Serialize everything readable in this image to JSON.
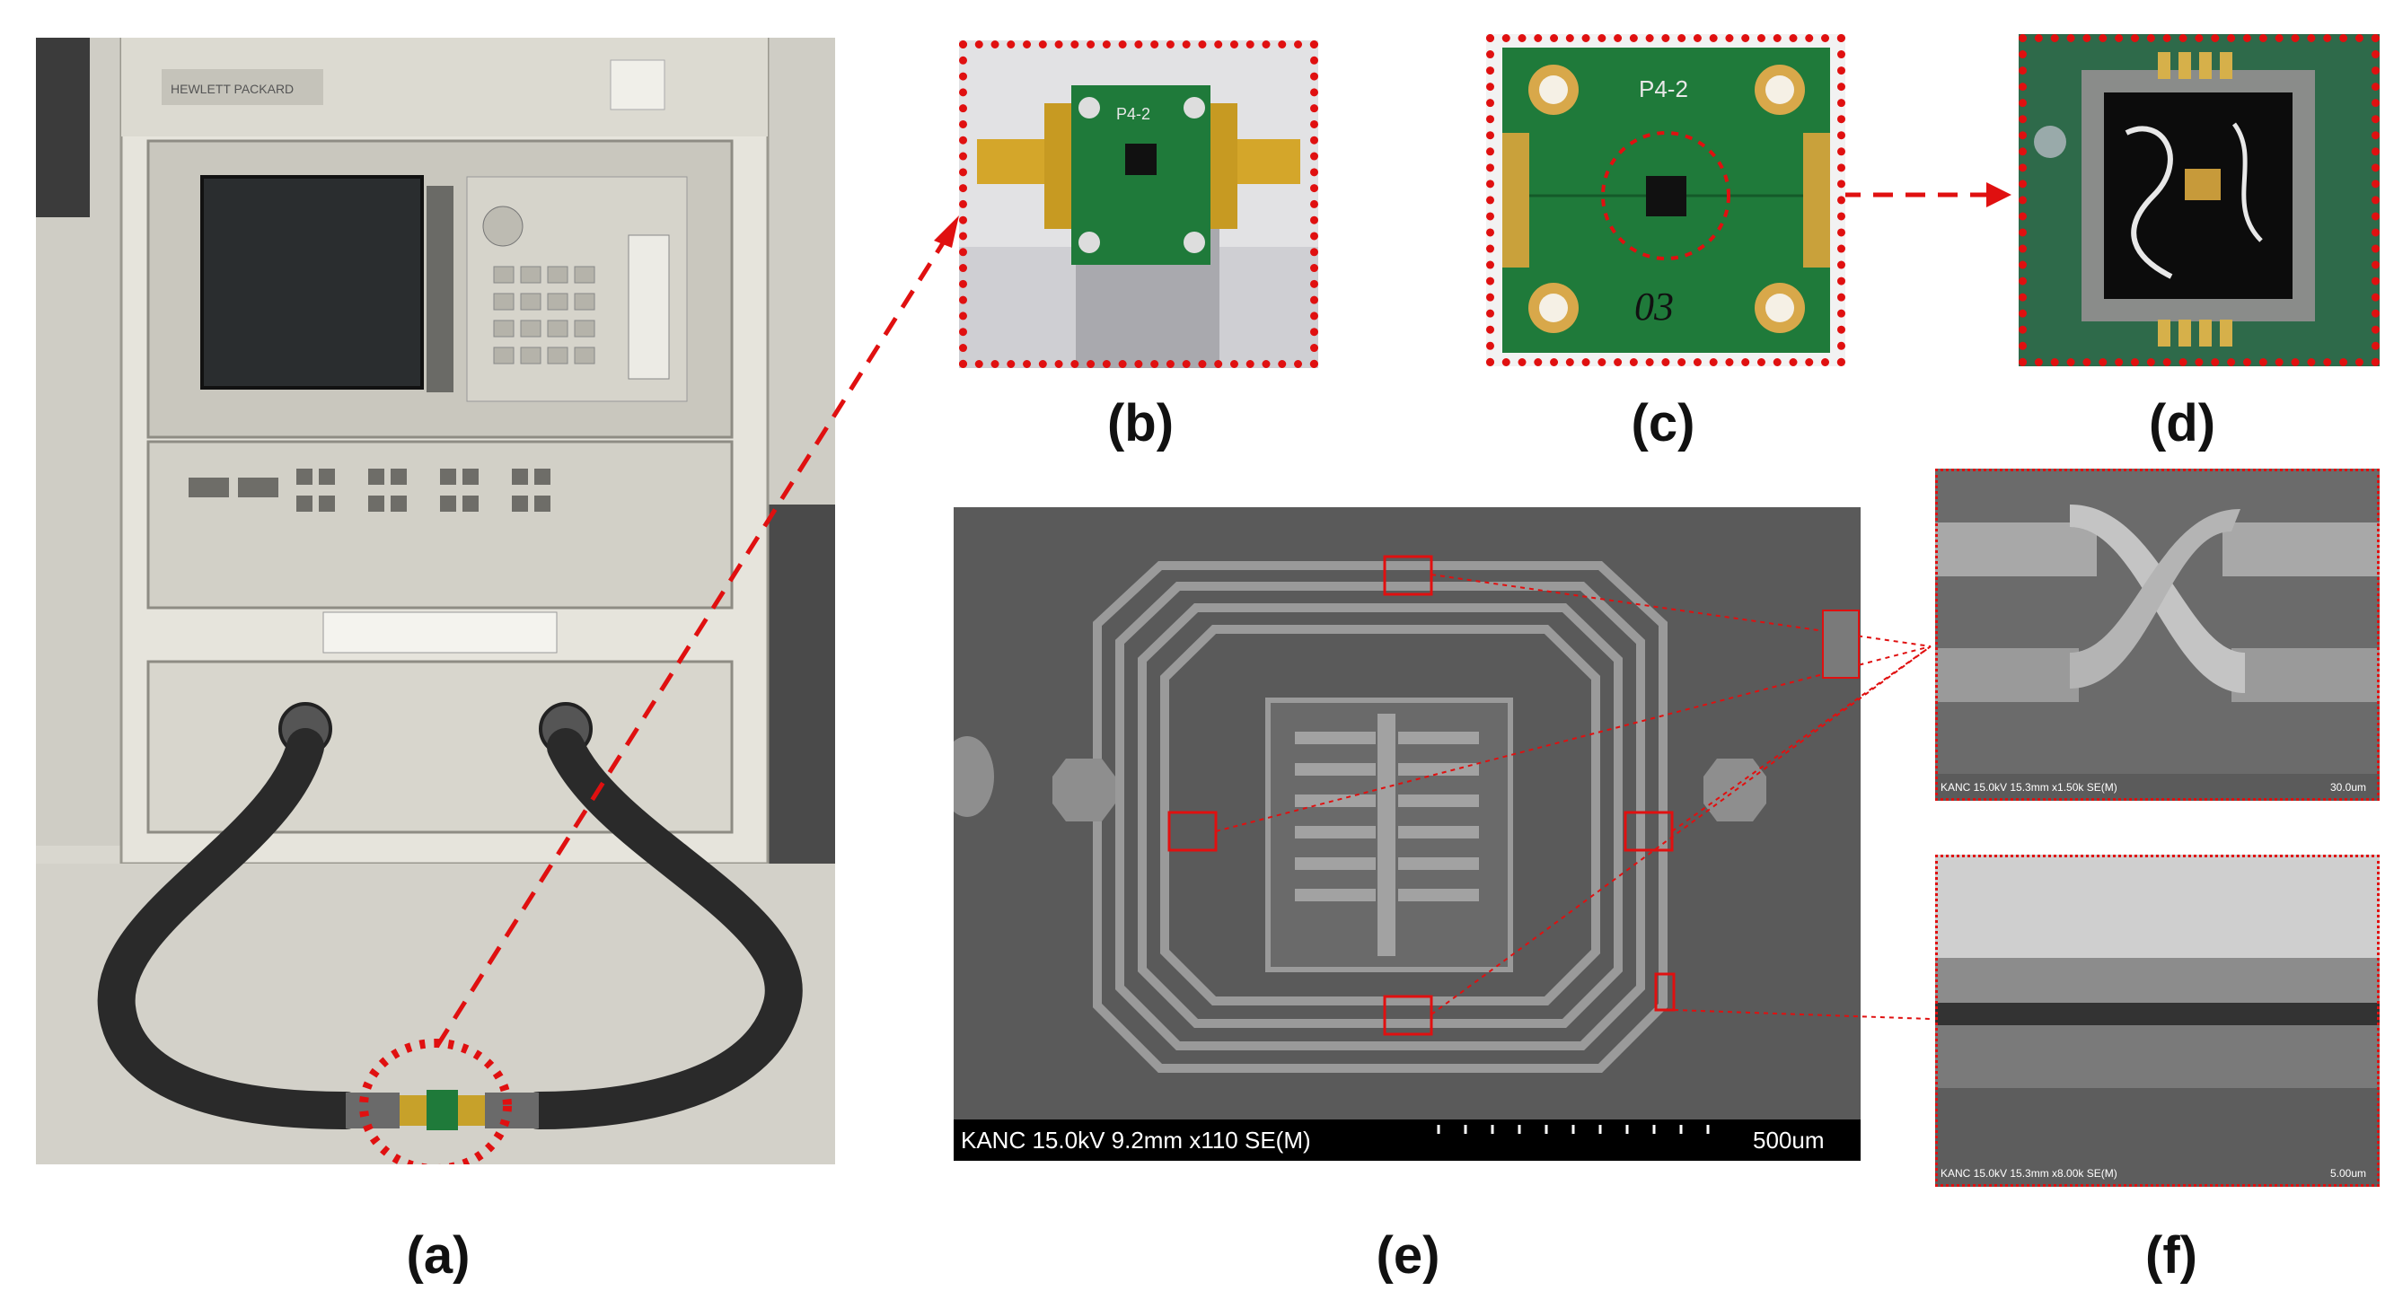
{
  "labels": {
    "a": "(a)",
    "b": "(b)",
    "c": "(c)",
    "d": "(d)",
    "e": "(e)",
    "f": "(f)"
  },
  "board_text": {
    "b": "P4-2",
    "c": "P4-2",
    "c_handwritten": "03"
  },
  "sem_captions": {
    "e_main": "KANC 15.0kV 9.2mm x110 SE(M)",
    "e_scale": "500um",
    "f_top_main": "KANC 15.0kV 15.3mm x1.50k SE(M)",
    "f_top_scale": "30.0um",
    "f_bottom_main": "KANC 15.0kV 15.3mm x8.00k SE(M)",
    "f_bottom_scale": "5.00um"
  },
  "colors": {
    "highlight": "#e01010",
    "pcb_green": "#1f7a3a",
    "sem_gray": "#5a5a5a"
  },
  "icons": [
    "network-analyzer-photo",
    "test-fixture-photo",
    "pcb-photo",
    "chip-photo",
    "sem-inductor-image",
    "sem-crossover-image",
    "sem-cross-section-image"
  ]
}
